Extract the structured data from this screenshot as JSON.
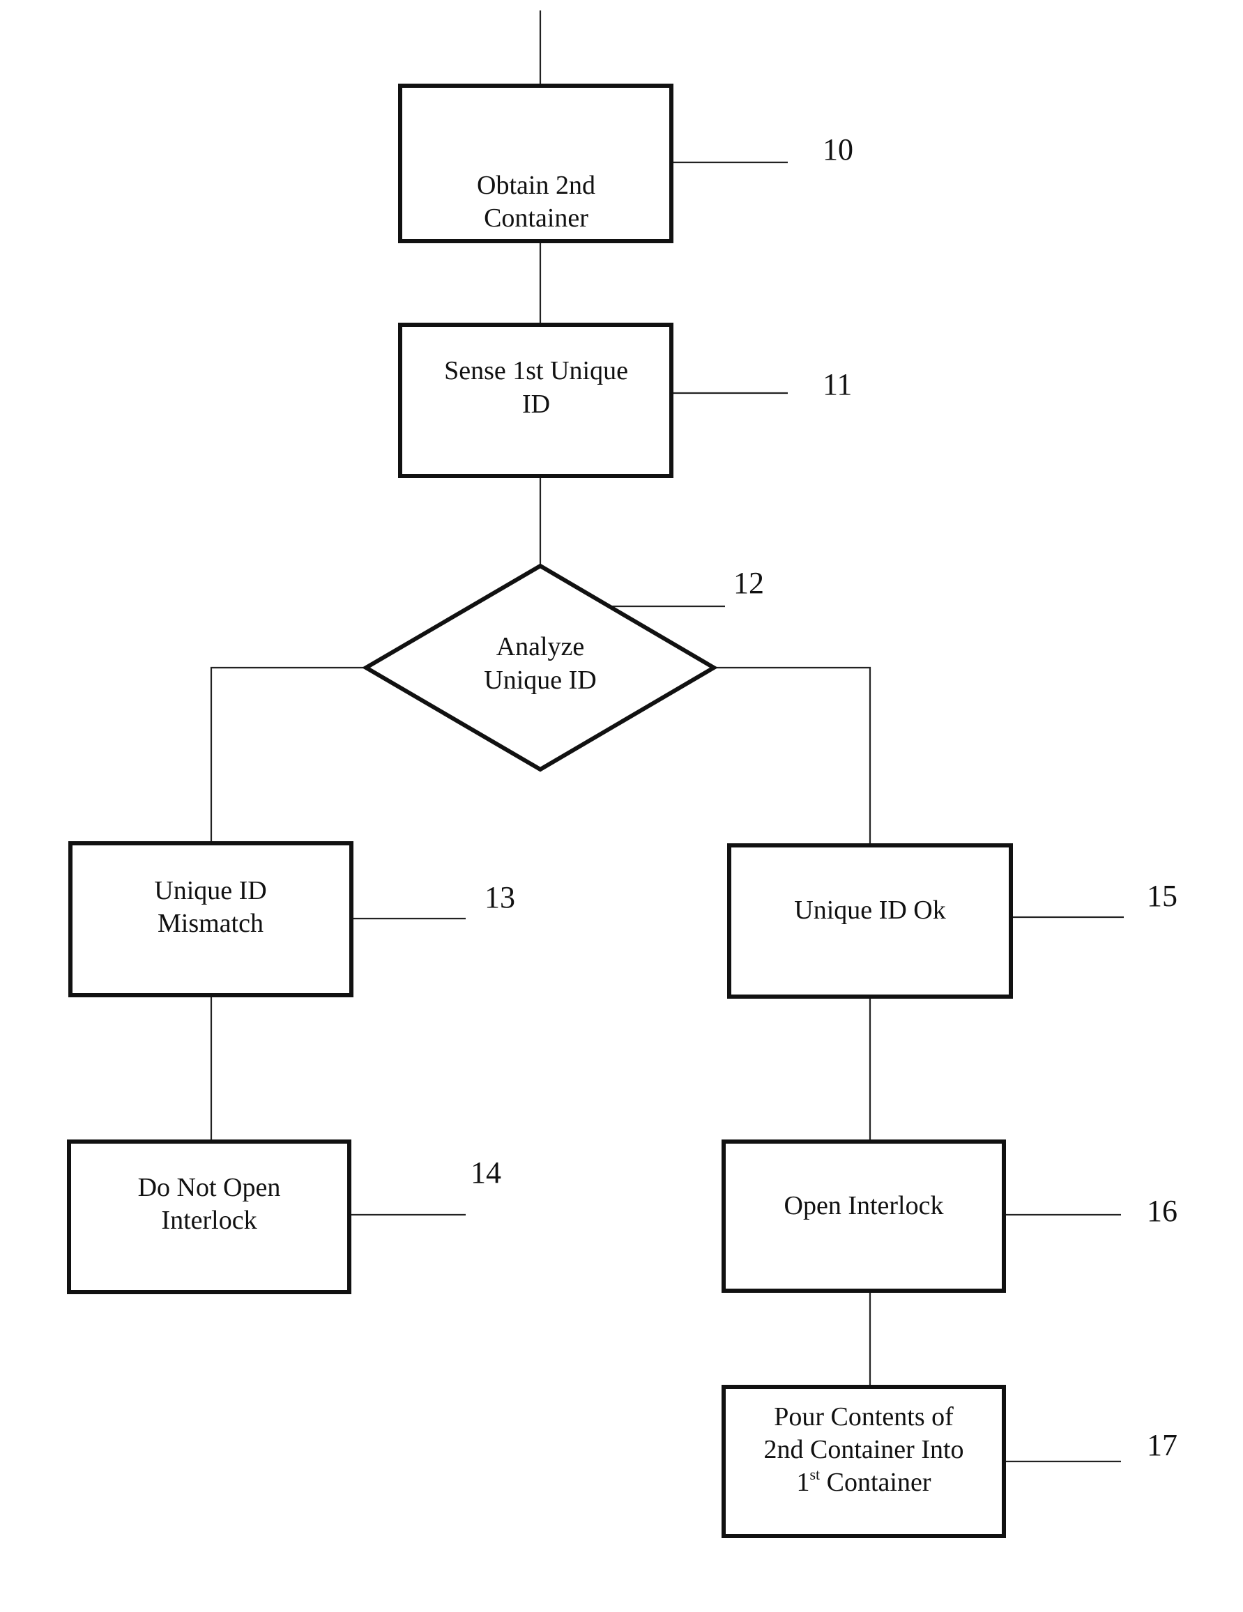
{
  "nodes": {
    "obtain": {
      "line1": "Obtain 2nd",
      "line2": "Container",
      "ref": "10"
    },
    "sense": {
      "line1": "Sense 1st Unique",
      "line2": "ID",
      "ref": "11"
    },
    "analyze": {
      "line1": "Analyze",
      "line2": "Unique ID",
      "ref": "12"
    },
    "mismatch": {
      "line1": "Unique ID",
      "line2": "Mismatch",
      "ref": "13"
    },
    "no_open": {
      "line1": "Do Not Open",
      "line2": "Interlock",
      "ref": "14"
    },
    "ok": {
      "line1": "Unique ID Ok",
      "ref": "15"
    },
    "open": {
      "line1": "Open Interlock",
      "ref": "16"
    },
    "pour": {
      "line1": "Pour Contents of",
      "line2": "2nd Container Into",
      "line3_num": "1",
      "line3_sup": "st",
      "line3_rest": " Container",
      "ref": "17"
    }
  }
}
